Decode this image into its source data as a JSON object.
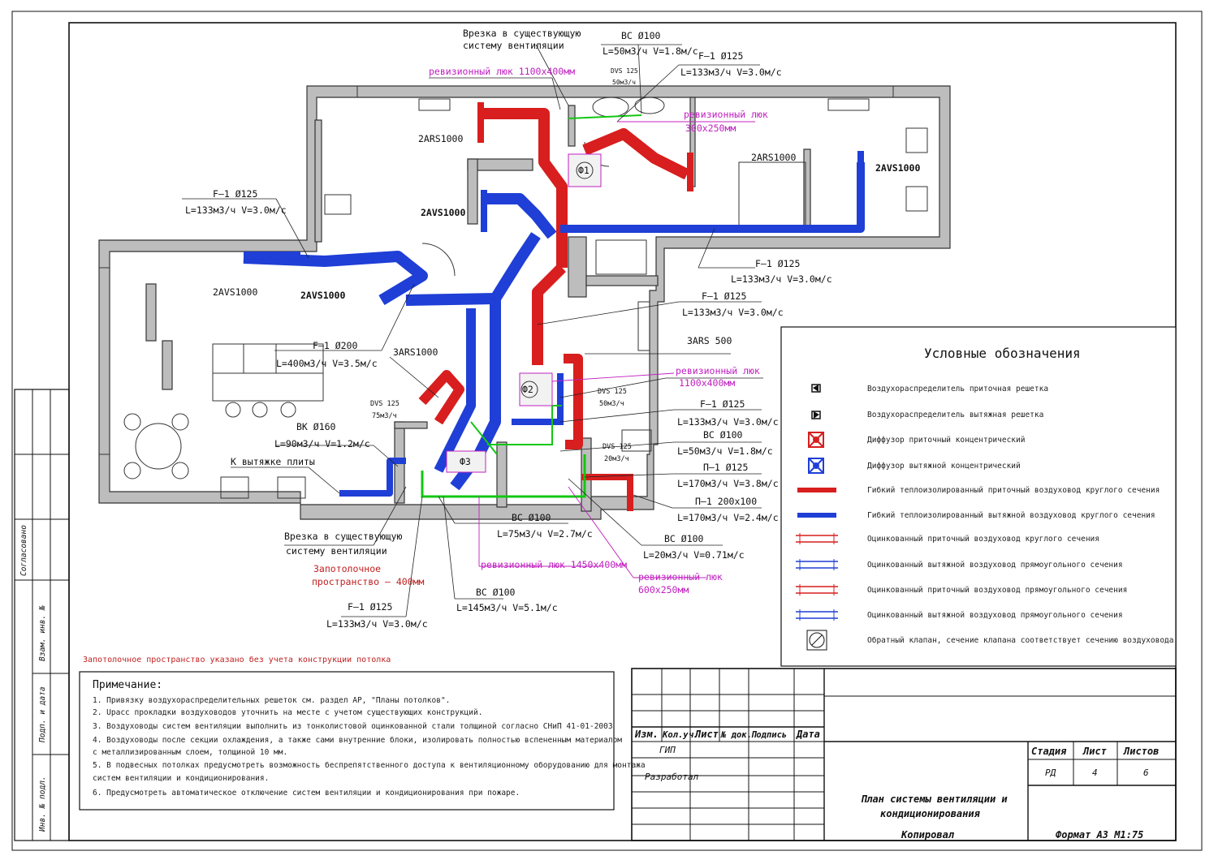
{
  "drawing": {
    "annotations": {
      "vrezka_top": [
        "Врезка в существующую",
        "систему вентиляции"
      ],
      "vc100_top": "ВС  Ø100",
      "vc100_top_flow": "L=50м3/ч V=1.8м/с",
      "f1_top_right": "F–1  Ø125",
      "f1_top_right_flow": "L=133м3/ч V=3.0м/с",
      "dvs_top": [
        "DVS 125",
        "50м3/ч"
      ],
      "revizion_top": "ревизионный люк 1100х400мм",
      "revizion_300": [
        "ревизионный люк",
        "300х250мм"
      ],
      "ars_left": "2ARS1000",
      "ars_right": "2ARS1000",
      "avs_right": "2AVS1000",
      "avs_center": "2AVS1000",
      "f1_left": "F–1  Ø125",
      "f1_left_flow": "L=133м3/ч V=3.0м/с",
      "avs_left": "2AVS1000",
      "avs_left2": "2AVS1000",
      "f1_mid_right": "F–1  Ø125",
      "f1_mid_right_flow": "L=133м3/ч V=3.0м/с",
      "f1_center": "F–1  Ø125",
      "f1_center_flow": "L=133м3/ч V=3.0м/с",
      "ars500": "3ARS 500",
      "ars_center": "3ARS1000",
      "f1_200": "F–1  Ø200",
      "f1_200_flow": "L=400м3/ч V=3.5м/с",
      "revizion_1100": [
        "ревизионный люк",
        "1100х400мм"
      ],
      "dvs_left": [
        "DVS 125",
        "75м3/ч"
      ],
      "dvs_mid": [
        "DVS 125",
        "50м3/ч"
      ],
      "vk160": "ВК  Ø160",
      "vk160_flow": "L=90м3/ч V=1.2м/с",
      "k_vytyazhke": "К вытяжке плиты",
      "f1_e": "F–1  Ø125",
      "f1_e_flow": "L=133м3/ч V=3.0м/с",
      "vc100_e": "ВС  Ø100",
      "vc100_e_flow": "L=50м3/ч V=1.8м/с",
      "dvs_e": [
        "DVS 125",
        "20м3/ч"
      ],
      "p1_125": "П–1  Ø125",
      "p1_125_flow": "L=170м3/ч V=3.8м/с",
      "p1_200": "П–1  200х100",
      "p1_200_flow": "L=170м3/ч V=2.4м/с",
      "vc100_bottom": "ВС  Ø100",
      "vc100_bottom_flow": "L=75м3/ч V=2.7м/с",
      "vc100_br": "ВС  Ø100",
      "vc100_br_flow": "L=20м3/ч V=0.71м/с",
      "vrezka_bottom": [
        "Врезка в существующую",
        "систему вентиляции"
      ],
      "zapotolochnoe": [
        "Запотолочное",
        "пространство – 400мм"
      ],
      "revizion_1450": "ревизионный люк 1450х400мм",
      "revizion_600": [
        "ревизионный люк",
        "600х250мм"
      ],
      "vc100_low": "ВС  Ø100",
      "vc100_low_flow": "L=145м3/ч V=5.1м/с",
      "f1_bottom": "F–1  Ø125",
      "f1_bottom_flow": "L=133м3/ч V=3.0м/с",
      "red_note": "Запотолочное пространство указано без учета конструкции потолка",
      "phi1": "Ф1",
      "phi2": "Ф2",
      "phi3": "Ф3"
    }
  },
  "legend": {
    "title": "Условные обозначения",
    "items": [
      {
        "icon": "supply-grille-icon",
        "text": "Воздухораспределитель приточная решетка"
      },
      {
        "icon": "exhaust-grille-icon",
        "text": "Воздухораспределитель вытяжная решетка"
      },
      {
        "icon": "supply-diffuser-icon",
        "text": "Диффузор приточный концентрический"
      },
      {
        "icon": "exhaust-diffuser-icon",
        "text": "Диффузор вытяжной концентрический"
      },
      {
        "icon": "supply-flex-duct-icon",
        "text": "Гибкий теплоизолированный приточный воздуховод круглого сечения"
      },
      {
        "icon": "exhaust-flex-duct-icon",
        "text": "Гибкий теплоизолированный вытяжной воздуховод круглого сечения"
      },
      {
        "icon": "supply-round-duct-icon",
        "text": "Оцинкованный приточный воздуховод круглого сечения"
      },
      {
        "icon": "exhaust-rect-duct-icon",
        "text": "Оцинкованный вытяжной воздуховод прямоугольного сечения"
      },
      {
        "icon": "supply-rect-duct-icon",
        "text": "Оцинкованный приточный воздуховод прямоугольного сечения"
      },
      {
        "icon": "exhaust-round-duct-icon",
        "text": "Оцинкованный вытяжной воздуховод прямоугольного сечения"
      },
      {
        "icon": "fan-valve-icon",
        "text": "Обратный клапан, сечение клапана соответствует сечению воздуховода"
      }
    ]
  },
  "notes": {
    "title": "Примечание:",
    "lines": [
      "1. Привязку воздухораспределительных решеток см. раздел АР, \"Планы потолков\".",
      "2. Uрасс прокладки воздуховодов уточнить на месте с учетом существующих конструкций.",
      "3. Воздуховоды систем вентиляции выполнить из тонколистовой оцинкованной стали толщиной согласно СНиП 41-01-2003",
      "4. Воздуховоды после секции охлаждения, а также сами внутренние блоки, изолировать полностью вспененным материалом",
      "   с металлизированным слоем, толщиной 10 мм.",
      "5. В подвесных потолках предусмотреть возможность беспрепятственного доступа к вентиляционному оборудованию для монтажа",
      "   систем вентиляции и кондиционирования.",
      "6. Предусмотреть автоматическое отключение систем вентиляции и кондиционирования при пожаре."
    ]
  },
  "title_block": {
    "headers": [
      "Изм.",
      "Кол.уч.",
      "Лист",
      "№ док.",
      "Подпись",
      "Дата"
    ],
    "rows": [
      "ГИП",
      "Разработал"
    ],
    "stage_headers": [
      "Стадия",
      "Лист",
      "Листов"
    ],
    "stage_values": [
      "РД",
      "4",
      "6"
    ],
    "sheet_title": [
      "План системы вентиляции и",
      "кондиционирования"
    ],
    "copied": "Копировал",
    "format": "Формат А3  М1:75"
  },
  "side_stamp": {
    "agreed": "Согласовано",
    "labels": [
      "Взам. инв. №",
      "Подп. и дата",
      "Инв. № подл."
    ]
  },
  "colors": {
    "supply": "#d81e1e",
    "exhaust": "#1f3fd6",
    "green_line": "#12c712",
    "magenta_label": "#c020c0",
    "wall": "#bdbdbd"
  }
}
